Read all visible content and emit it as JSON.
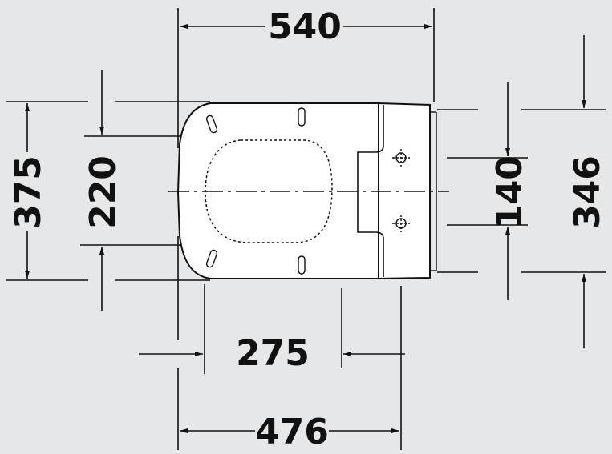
{
  "dimensions": {
    "overall_length": "540",
    "overall_width": "375",
    "inner_width": "220",
    "hinge_spacing": "140",
    "rear_width": "346",
    "front_to_hinge": "275",
    "length_to_hinge": "476"
  },
  "colors": {
    "background": "#e6e7e8",
    "line": "#111111",
    "seat_fill": "#ffffff"
  }
}
